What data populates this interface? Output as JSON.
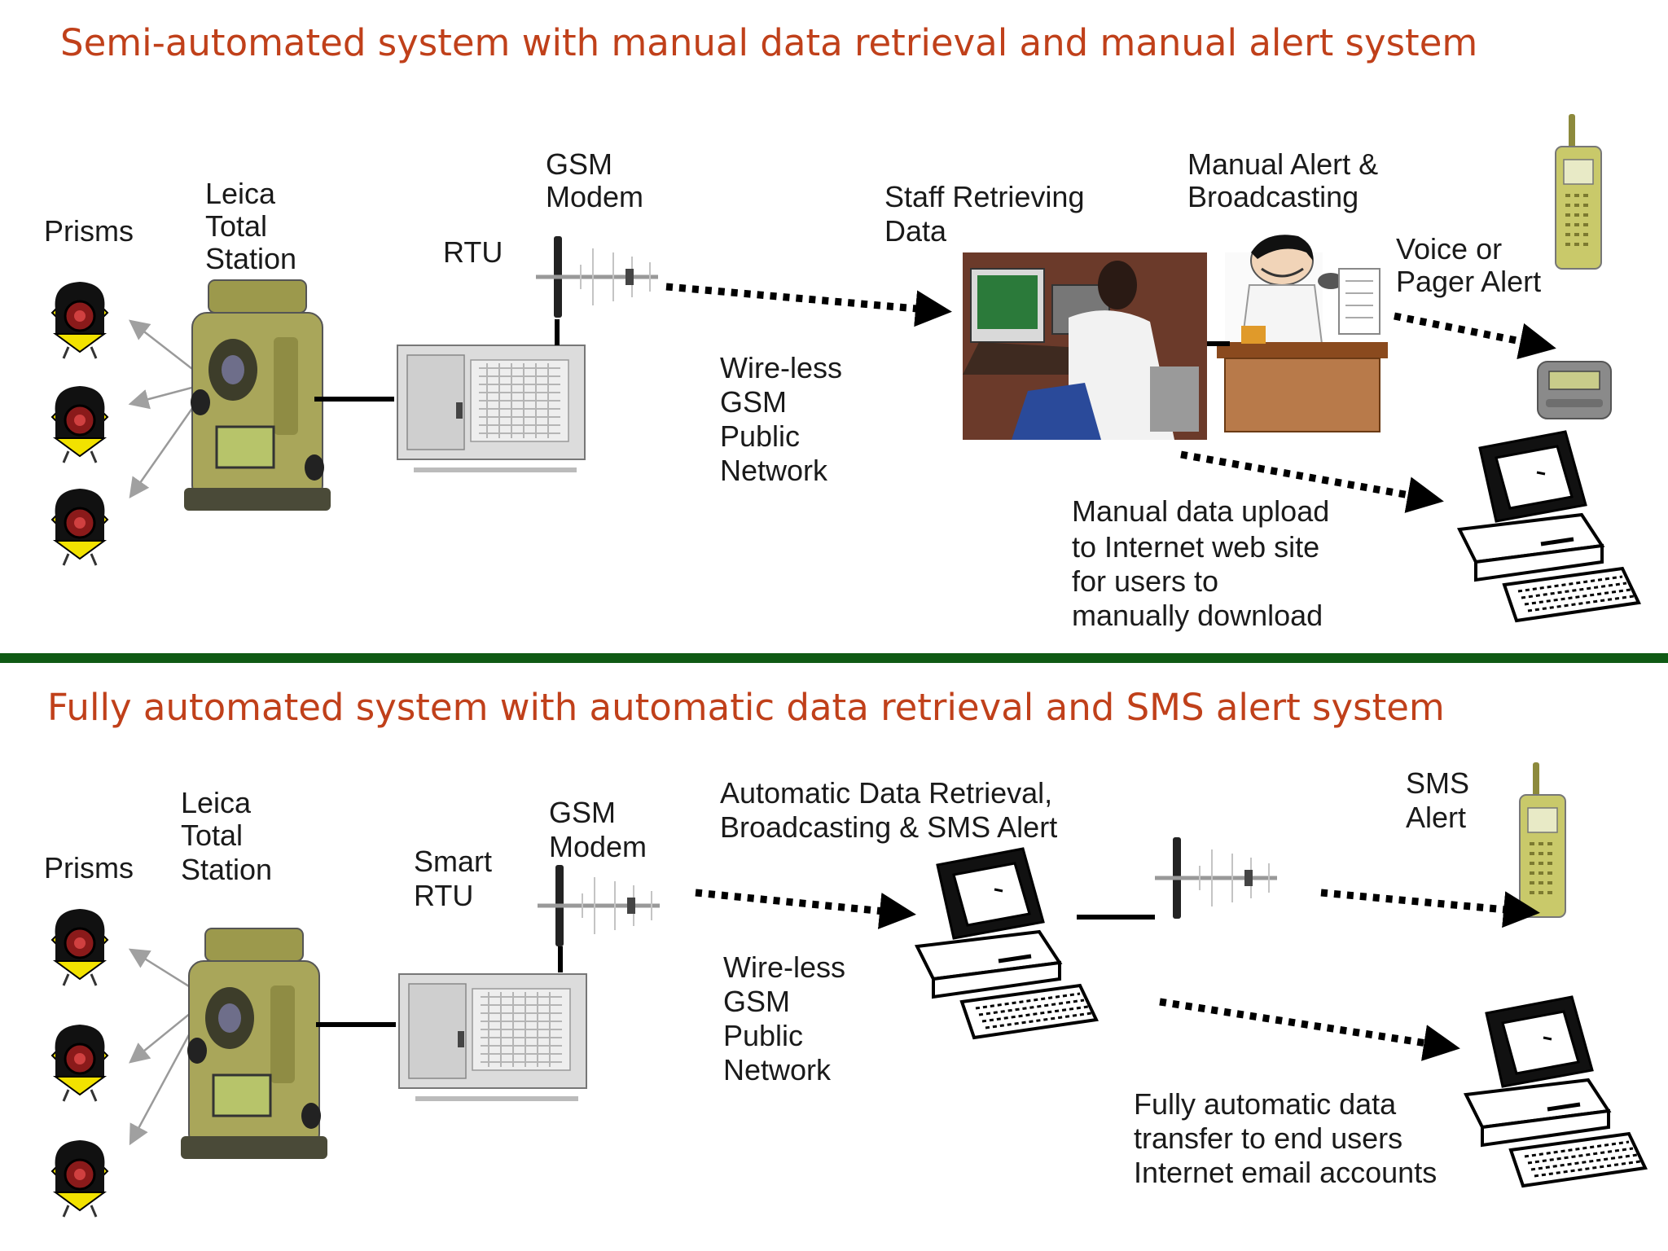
{
  "semi": {
    "title": "Semi-automated system with manual data retrieval and manual alert system",
    "prisms": "Prisms",
    "station": [
      "Leica",
      "Total",
      "Station"
    ],
    "rtu": "RTU",
    "modem": [
      "GSM",
      "Modem"
    ],
    "network": [
      "Wire-less",
      "GSM",
      "Public",
      "Network"
    ],
    "staff": [
      "Staff Retrieving",
      "Data"
    ],
    "manual_alert": [
      "Manual Alert &",
      "Broadcasting"
    ],
    "voice": [
      "Voice or",
      "Pager Alert"
    ],
    "upload": [
      "Manual data upload",
      "to Internet web site",
      "for users to",
      "manually download"
    ]
  },
  "auto": {
    "title": "Fully automated system with automatic data retrieval and SMS alert system",
    "prisms": "Prisms",
    "station": [
      "Leica",
      "Total",
      "Station"
    ],
    "rtu": [
      "Smart",
      "RTU"
    ],
    "modem": [
      "GSM",
      "Modem"
    ],
    "network": [
      "Wire-less",
      "GSM",
      "Public",
      "Network"
    ],
    "retrieval": [
      "Automatic Data Retrieval,",
      "Broadcasting & SMS Alert"
    ],
    "sms": [
      "SMS",
      "Alert"
    ],
    "transfer": [
      "Fully automatic data",
      "transfer to end users",
      "Internet email accounts"
    ]
  },
  "colors": {
    "title": "#c0401a",
    "divider": "#0f5a14",
    "station_body": "#a9a65a",
    "phone_body": "#c9c96a",
    "prism_yellow": "#f2e200"
  },
  "icons": [
    "prism-icon",
    "total-station-icon",
    "rtu-cabinet-icon",
    "gsm-antenna-icon",
    "staff-workstation-icon",
    "operator-phone-icon",
    "mobile-phone-icon",
    "pager-icon",
    "desktop-computer-icon"
  ]
}
